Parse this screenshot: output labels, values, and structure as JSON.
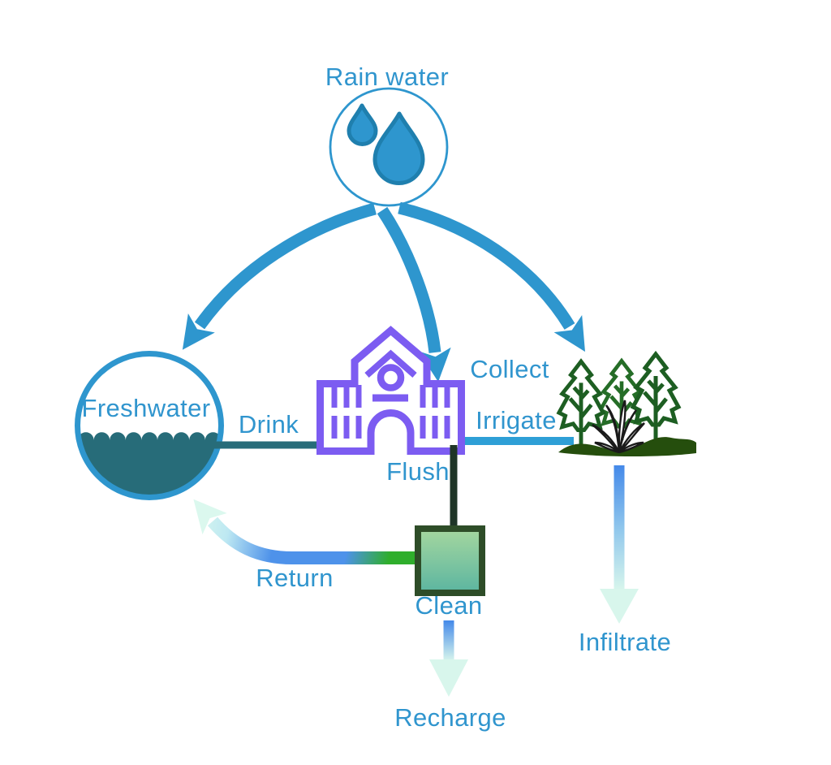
{
  "diagram": {
    "nodes": {
      "rain": {
        "label": "Rain water"
      },
      "freshwater": {
        "label": "Freshwater"
      },
      "clean": {
        "label": "Clean"
      }
    },
    "flows": {
      "drink": "Drink",
      "collect": "Collect",
      "irrigate": "Irrigate",
      "flush": "Flush",
      "return": "Return",
      "recharge": "Recharge",
      "infiltrate": "Infiltrate"
    },
    "colors": {
      "accent_blue": "#2E96CE",
      "label_blue": "#3095CE",
      "irrigate_blue": "#2E9FD6",
      "dark_teal": "#276C79",
      "building_purple": "#7C5CF1",
      "return_green": "#2FAE2C",
      "flow_royal_blue": "#4E92EA",
      "pale_mint": "#DBF8EE",
      "flush_dark": "#1F3527",
      "clean_border": "#2E4D28",
      "clean_fill_top": "#A5D79F",
      "clean_fill_bottom": "#5BB5A0",
      "tree_green": "#1D5E22",
      "ground_green": "#254E0D",
      "drop_outline": "#1F7FAE"
    }
  }
}
